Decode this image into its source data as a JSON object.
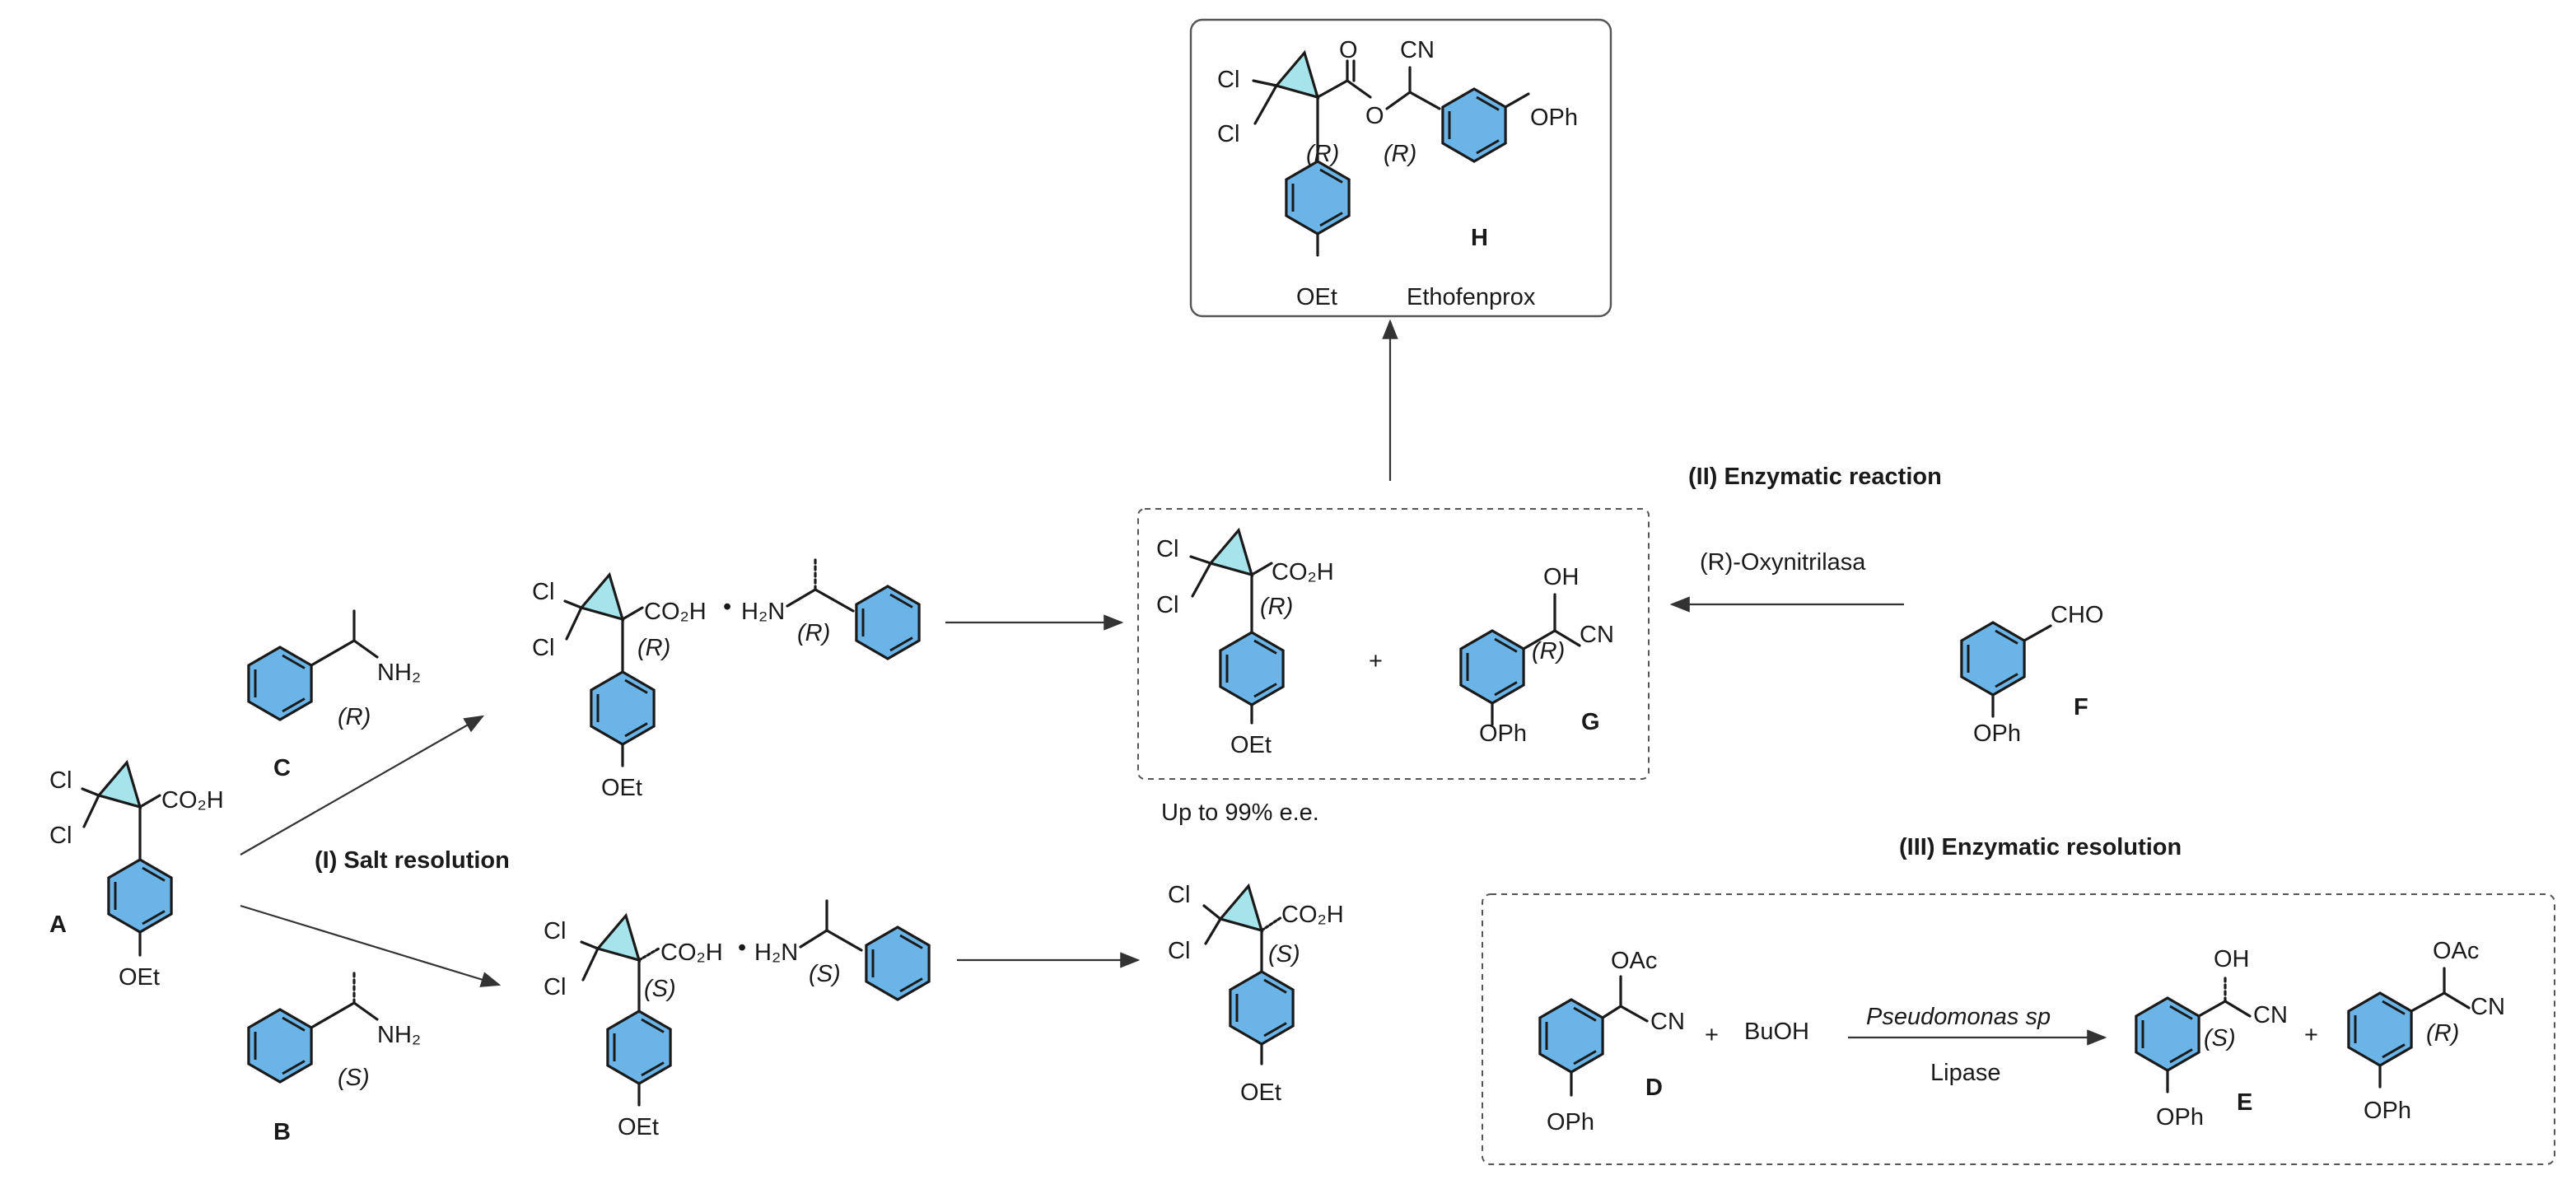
{
  "diagram": {
    "labels": {
      "cl": "Cl",
      "co2h": "CO₂H",
      "oet": "OEt",
      "oph": "OPh",
      "nh2": "NH₂",
      "h2n": "H₂N",
      "oh": "OH",
      "cn": "CN",
      "cho": "CHO",
      "oac": "OAc",
      "o": "O",
      "bullet": "•",
      "plus": "+",
      "r_desc": "(R)",
      "s_desc": "(S)"
    },
    "compounds": {
      "A": "A",
      "B": "B",
      "C": "C",
      "D": "D",
      "E": "E",
      "F": "F",
      "G": "G",
      "H": "H"
    },
    "product_name": "Ethofenprox",
    "sections": {
      "salt": "(I) Salt resolution",
      "enzymatic_reaction": "(II) Enzymatic reaction",
      "enzymatic_resolution": "(III) Enzymatic resolution"
    },
    "reagents": {
      "oxynitrilase": "(R)-Oxynitrilasa",
      "buoh": "BuOH",
      "pseudomonas": "Pseudomonas sp",
      "lipase": "Lipase"
    },
    "ee_note": "Up to 99% e.e."
  }
}
